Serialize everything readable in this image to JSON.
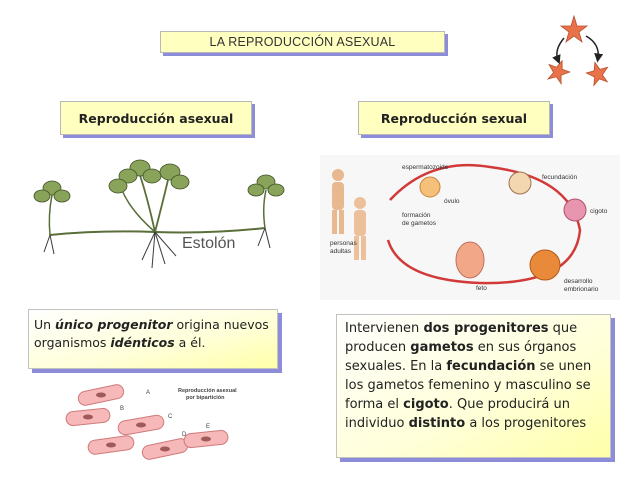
{
  "title": "LA REPRODUCCIÓN ASEXUAL",
  "headers": {
    "asexual": "Reproducción asexual",
    "sexual": "Reproducción sexual"
  },
  "plant_label": "Estolón",
  "cycle_labels": {
    "espermatozoide": "espermatozoide",
    "ovulo": "óvulo",
    "fecundacion": "fecundación",
    "formacion_1": "formación",
    "formacion_2": "de gametos",
    "cigoto": "cigoto",
    "personas_1": "personas",
    "personas_2": "adultas",
    "desarrollo_1": "desarrollo",
    "desarrollo_2": "embrionario",
    "feto": "feto"
  },
  "bacteria_labels": {
    "caption_1": "Reproducción asexual",
    "caption_2": "por bipartición",
    "a": "A",
    "b": "B",
    "c": "C",
    "d": "D",
    "e": "E"
  },
  "asexual_text": {
    "p1": "Un ",
    "b1": "único progenitor",
    "p2": " origina nuevos organismos ",
    "b2": "idénticos",
    "p3": " a él."
  },
  "sexual_text": {
    "p1": "Intervienen ",
    "b1": "dos progenitores",
    "p2": " que producen ",
    "b2": "gametos",
    "p3": " en sus órganos sexuales. En la ",
    "b3": "fecundación",
    "p4": " se unen los gametos femenino y masculino se forma el ",
    "b4": "cigoto",
    "p5": ". Que producirá un individuo ",
    "b5": "distinto",
    "p6": " a los progenitores"
  },
  "colors": {
    "box_fill": "#ffffc0",
    "shadow": "#8c8cd8",
    "starfish": "#e8734a",
    "arrow": "#d23a3a"
  }
}
